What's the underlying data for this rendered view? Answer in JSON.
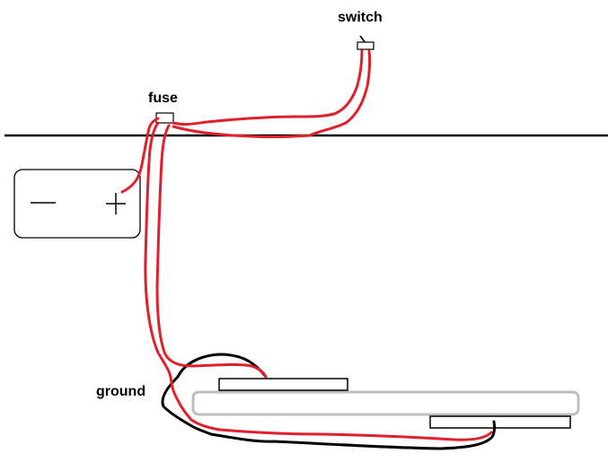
{
  "labels": {
    "switch": "switch",
    "fuse": "fuse",
    "ground": "ground"
  },
  "battery": {
    "negative_symbol": "—",
    "positive_symbol": "+"
  },
  "colors": {
    "wire": "#e0202a",
    "ground_wire": "#000000",
    "outline": "#000000",
    "frame_rail": "#bdbdbd"
  }
}
